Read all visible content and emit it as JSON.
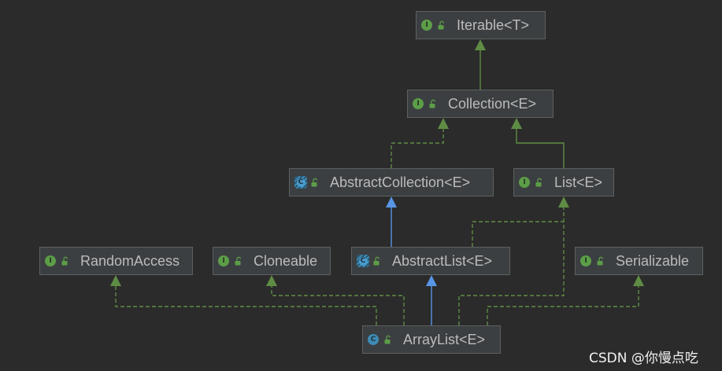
{
  "colors": {
    "background": "#2b2b2b",
    "node_fill": "#3c3f41",
    "node_border": "#5e6060",
    "text": "#bbbbbb",
    "green_edge": "#5f8c45",
    "blue_edge": "#5895e6",
    "interface_icon": "#5c9e48",
    "class_icon": "#3d8bb5"
  },
  "nodes": {
    "iterable": {
      "label": "Iterable<T>",
      "icon": "interface-icon",
      "icon_glyph": "I",
      "visibility_icon": "public-lock-icon"
    },
    "collection": {
      "label": "Collection<E>",
      "icon": "interface-icon",
      "icon_glyph": "I",
      "visibility_icon": "public-lock-icon"
    },
    "abstract_collection": {
      "label": "AbstractCollection<E>",
      "icon": "abstract-class-icon",
      "icon_glyph": "C",
      "visibility_icon": "public-lock-icon"
    },
    "list": {
      "label": "List<E>",
      "icon": "interface-icon",
      "icon_glyph": "I",
      "visibility_icon": "public-lock-icon"
    },
    "random_access": {
      "label": "RandomAccess",
      "icon": "interface-icon",
      "icon_glyph": "I",
      "visibility_icon": "public-lock-icon"
    },
    "cloneable": {
      "label": "Cloneable",
      "icon": "interface-icon",
      "icon_glyph": "I",
      "visibility_icon": "public-lock-icon"
    },
    "abstract_list": {
      "label": "AbstractList<E>",
      "icon": "abstract-class-icon",
      "icon_glyph": "C",
      "visibility_icon": "public-lock-icon"
    },
    "serializable": {
      "label": "Serializable",
      "icon": "interface-icon",
      "icon_glyph": "I",
      "visibility_icon": "public-lock-icon"
    },
    "array_list": {
      "label": "ArrayList<E>",
      "icon": "class-icon",
      "icon_glyph": "C",
      "visibility_icon": "public-lock-icon"
    }
  },
  "watermark": "CSDN @你慢点吃"
}
